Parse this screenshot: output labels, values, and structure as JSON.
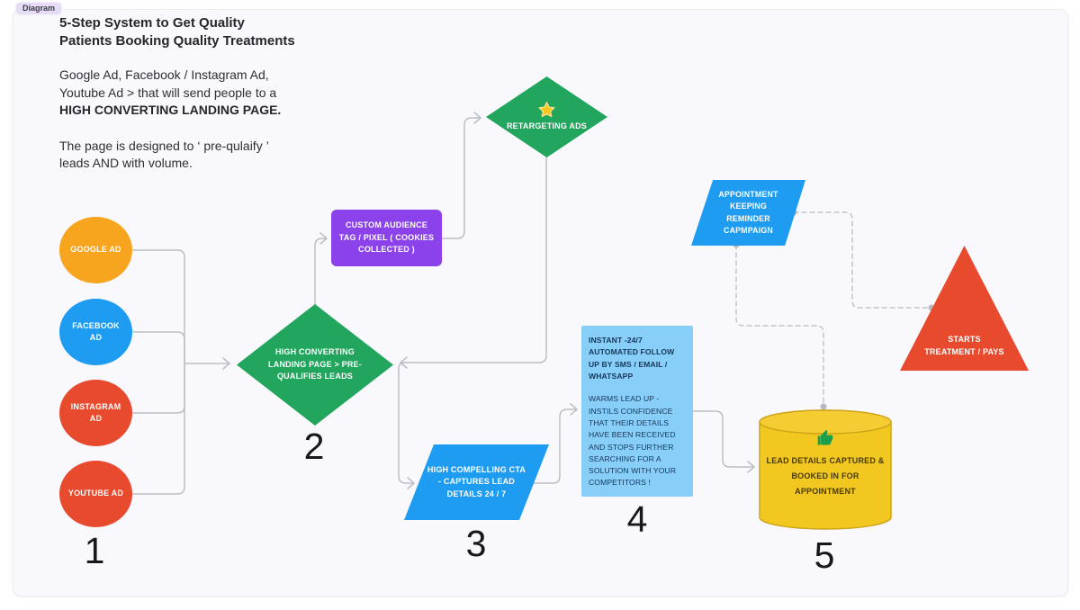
{
  "badge": "Diagram",
  "intro": {
    "title": "5-Step System to Get Quality Patients Booking Quality Treatments",
    "p1_normal": "Google Ad, Facebook / Instagram Ad, Youtube Ad > that will send people to a ",
    "p1_bold": "HIGH CONVERTING LANDING PAGE.",
    "p2": "The page is designed to ‘ pre-qulaify ’ leads AND with volume."
  },
  "nodes": {
    "google_ad": {
      "label": "GOOGLE AD",
      "color": "#f7a41f",
      "shape": "ellipse"
    },
    "facebook_ad": {
      "label": "FACEBOOK AD",
      "color": "#1e9cf1",
      "shape": "ellipse"
    },
    "instagram_ad": {
      "label": "INSTAGRAM AD",
      "color": "#e84a2d",
      "shape": "ellipse"
    },
    "youtube_ad": {
      "label": "YOUTUBE AD",
      "color": "#e84a2d",
      "shape": "ellipse"
    },
    "landing_page": {
      "label": "HIGH CONVERTING LANDING PAGE > PRE-QUALIFIES LEADS",
      "color": "#22a55d",
      "shape": "diamond"
    },
    "pixel": {
      "label": "CUSTOM AUDIENCE TAG / PIXEL ( COOKIES COLLECTED )",
      "color": "#8c42ea",
      "shape": "rectangle"
    },
    "retargeting": {
      "label": "RETARGETING ADS",
      "icon": "star-icon",
      "color": "#22a55d",
      "shape": "diamond"
    },
    "cta": {
      "label": "HIGH COMPELLING CTA - CAPTURES LEAD DETAILS 24 / 7",
      "color": "#1e9cf1",
      "shape": "parallelogram"
    },
    "follow_up": {
      "heading": "INSTANT -24/7 AUTOMATED  FOLLOW UP BY SMS / EMAIL / WHATSAPP",
      "body": "WARMS LEAD UP - INSTILS CONFIDENCE THAT THEIR DETAILS HAVE BEEN RECEIVED AND STOPS FURTHER SEARCHING FOR A SOLUTION  WITH YOUR COMPETITORS !",
      "color": "#87cef8",
      "shape": "rectangle"
    },
    "appointment": {
      "label": "APPOINTMENT KEEPING REMINDER CAPMPAIGN",
      "color": "#1e9cf1",
      "shape": "parallelogram"
    },
    "booked": {
      "label": "LEAD DETAILS CAPTURED & BOOKED IN FOR APPOINTMENT",
      "icon": "thumbs-up-icon",
      "color": "#f2c71f",
      "shape": "cylinder"
    },
    "treatment": {
      "label": "STARTS TREATMENT / PAYS",
      "color": "#e84a2d",
      "shape": "triangle"
    }
  },
  "steps": [
    "1",
    "2",
    "3",
    "4",
    "5"
  ]
}
